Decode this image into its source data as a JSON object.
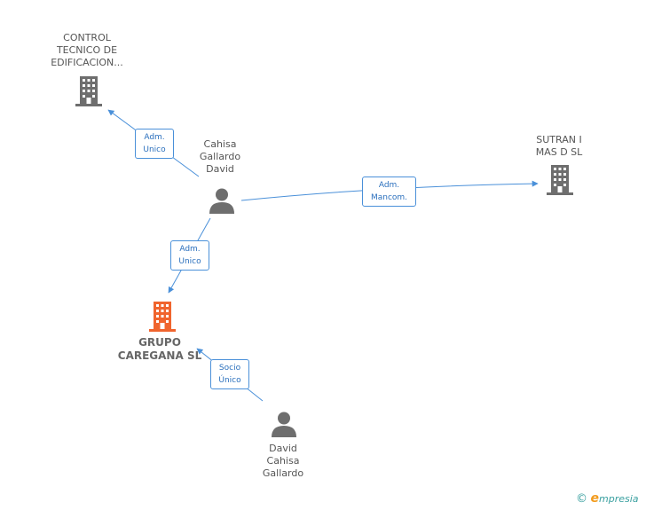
{
  "nodes": {
    "control": {
      "label": [
        "CONTROL",
        "TECNICO DE",
        "EDIFICACION..."
      ],
      "type": "company",
      "color": "#6e6e6e"
    },
    "cahisa": {
      "label": [
        "Cahisa",
        "Gallardo",
        "David"
      ],
      "type": "person",
      "color": "#6e6e6e"
    },
    "sutran": {
      "label": [
        "SUTRAN I",
        "MAS D SL"
      ],
      "type": "company",
      "color": "#6e6e6e"
    },
    "grupo": {
      "label": [
        "GRUPO",
        "CAREGANA SL"
      ],
      "type": "company",
      "color": "#f0642d"
    },
    "david": {
      "label": [
        "David",
        "Cahisa",
        "Gallardo"
      ],
      "type": "person",
      "color": "#6e6e6e"
    }
  },
  "edges": [
    {
      "from": "cahisa",
      "to": "control",
      "label": [
        "Adm.",
        "Unico"
      ]
    },
    {
      "from": "cahisa",
      "to": "sutran",
      "label": [
        "Adm.",
        "Mancom."
      ]
    },
    {
      "from": "cahisa",
      "to": "grupo",
      "label": [
        "Adm.",
        "Unico"
      ]
    },
    {
      "from": "david",
      "to": "grupo",
      "label": [
        "Socio",
        "Único"
      ]
    }
  ],
  "colors": {
    "edge": "#4a90d9",
    "label_text": "#2a6fbd"
  },
  "footer": {
    "copyright": "©",
    "brand_first": "e",
    "brand_rest": "mpresia"
  }
}
